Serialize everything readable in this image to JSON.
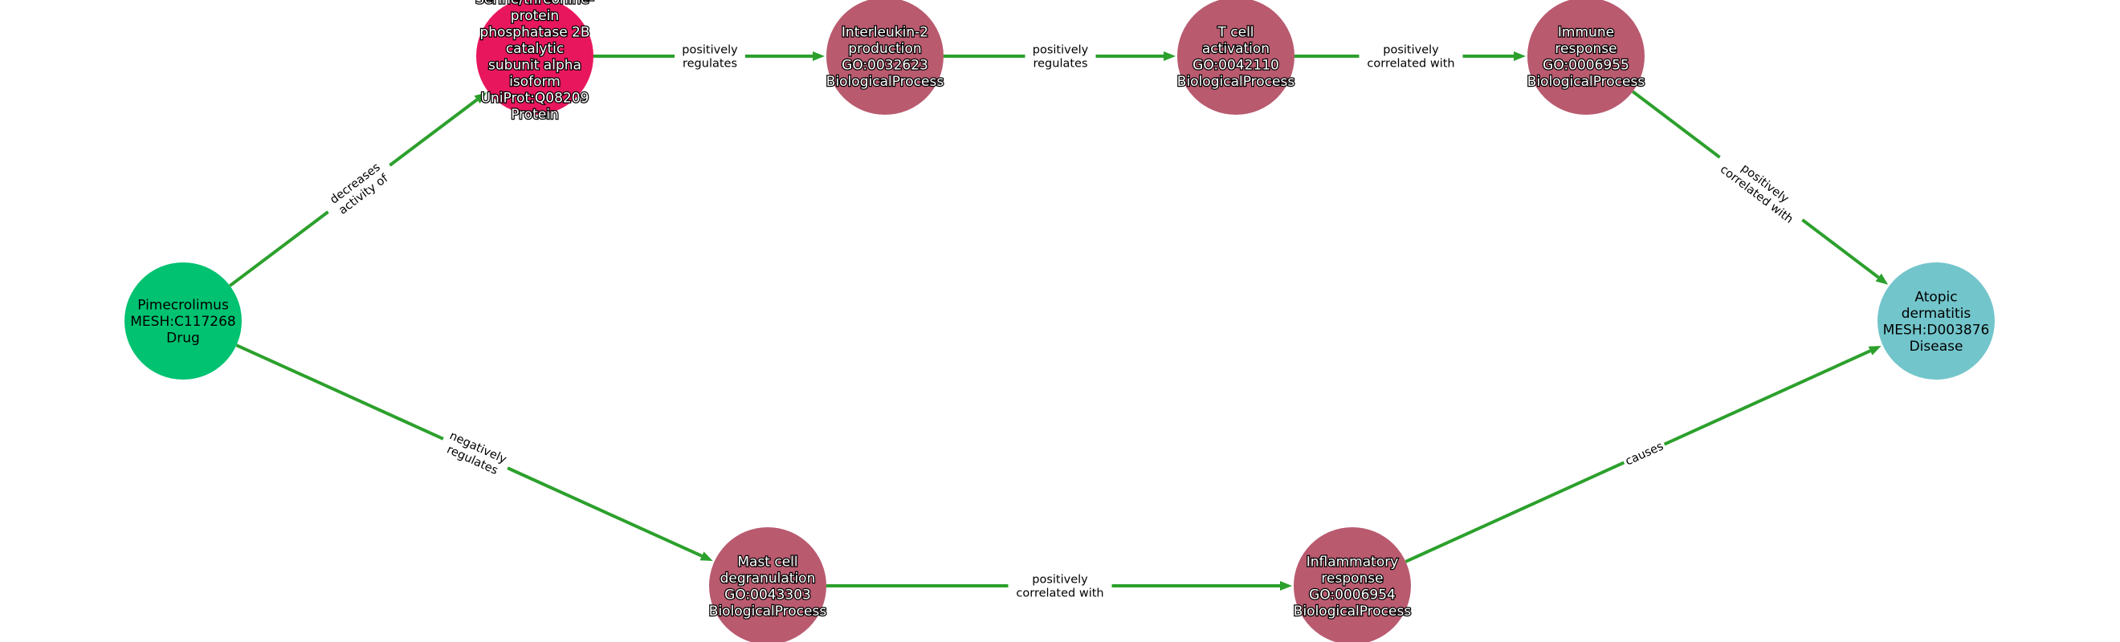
{
  "colors": {
    "edge": "#2ca02c",
    "drug": "#00c271",
    "protein": "#e8175d",
    "process": "#b95a6f",
    "disease": "#72c5cb"
  },
  "nodes": [
    {
      "id": "pimecrolimus",
      "lines": [
        "Pimecrolimus",
        "MESH:C117268",
        "Drug"
      ],
      "type": "drug",
      "text_color": "#000000"
    },
    {
      "id": "calcineurin",
      "lines": [
        "Serine/threonine-",
        "protein",
        "phosphatase 2B",
        "catalytic",
        "subunit alpha",
        "isoform",
        "UniProt:Q08209",
        "Protein"
      ],
      "type": "protein",
      "text_color": "#ffffff"
    },
    {
      "id": "il2",
      "lines": [
        "Interleukin-2",
        "production",
        "GO:0032623",
        "BiologicalProcess"
      ],
      "type": "process",
      "text_color": "#ffffff"
    },
    {
      "id": "tcell",
      "lines": [
        "T cell",
        "activation",
        "GO:0042110",
        "BiologicalProcess"
      ],
      "type": "process",
      "text_color": "#ffffff"
    },
    {
      "id": "immune",
      "lines": [
        "Immune",
        "response",
        "GO:0006955",
        "BiologicalProcess"
      ],
      "type": "process",
      "text_color": "#ffffff"
    },
    {
      "id": "atopic",
      "lines": [
        "Atopic",
        "dermatitis",
        "MESH:D003876",
        "Disease"
      ],
      "type": "disease",
      "text_color": "#000000"
    },
    {
      "id": "mast",
      "lines": [
        "Mast cell",
        "degranulation",
        "GO:0043303",
        "BiologicalProcess"
      ],
      "type": "process",
      "text_color": "#ffffff"
    },
    {
      "id": "inflammatory",
      "lines": [
        "Inflammatory",
        "response",
        "GO:0006954",
        "BiologicalProcess"
      ],
      "type": "process",
      "text_color": "#ffffff"
    }
  ],
  "edges": [
    {
      "from": "pimecrolimus",
      "to": "calcineurin",
      "label": [
        "decreases",
        "activity of"
      ]
    },
    {
      "from": "calcineurin",
      "to": "il2",
      "label": [
        "positively",
        "regulates"
      ]
    },
    {
      "from": "il2",
      "to": "tcell",
      "label": [
        "positively",
        "regulates"
      ]
    },
    {
      "from": "tcell",
      "to": "immune",
      "label": [
        "positively",
        "correlated with"
      ]
    },
    {
      "from": "immune",
      "to": "atopic",
      "label": [
        "positively",
        "correlated with"
      ]
    },
    {
      "from": "pimecrolimus",
      "to": "mast",
      "label": [
        "negatively",
        "regulates"
      ]
    },
    {
      "from": "mast",
      "to": "inflammatory",
      "label": [
        "positively",
        "correlated with"
      ]
    },
    {
      "from": "inflammatory",
      "to": "atopic",
      "label": [
        "causes"
      ]
    }
  ]
}
